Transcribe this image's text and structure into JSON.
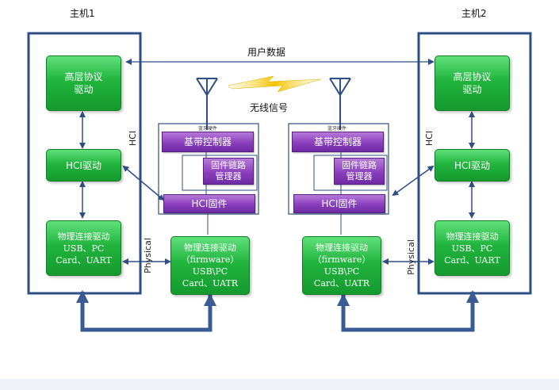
{
  "host1": {
    "title": "主机1"
  },
  "host2": {
    "title": "主机2"
  },
  "user_data": "用户数据",
  "wireless": "无线信号",
  "hci_side": "HCI",
  "physical_side": "Physical",
  "upper_driver": [
    "高层协议",
    "驱动"
  ],
  "hci_driver": "HCI驱动",
  "phys_driver": [
    "物理连接驱动",
    "USB、PC",
    "Card、UART"
  ],
  "bt_hw_caption": "蓝牙硬件",
  "baseband": "基带控制器",
  "link_manager": [
    "固件链路",
    "管理器"
  ],
  "hci_firmware": "HCI固件",
  "fw_phys_driver": [
    "物理连接驱动",
    "（firmware）",
    "USB\\PC",
    "Card、UATR"
  ]
}
